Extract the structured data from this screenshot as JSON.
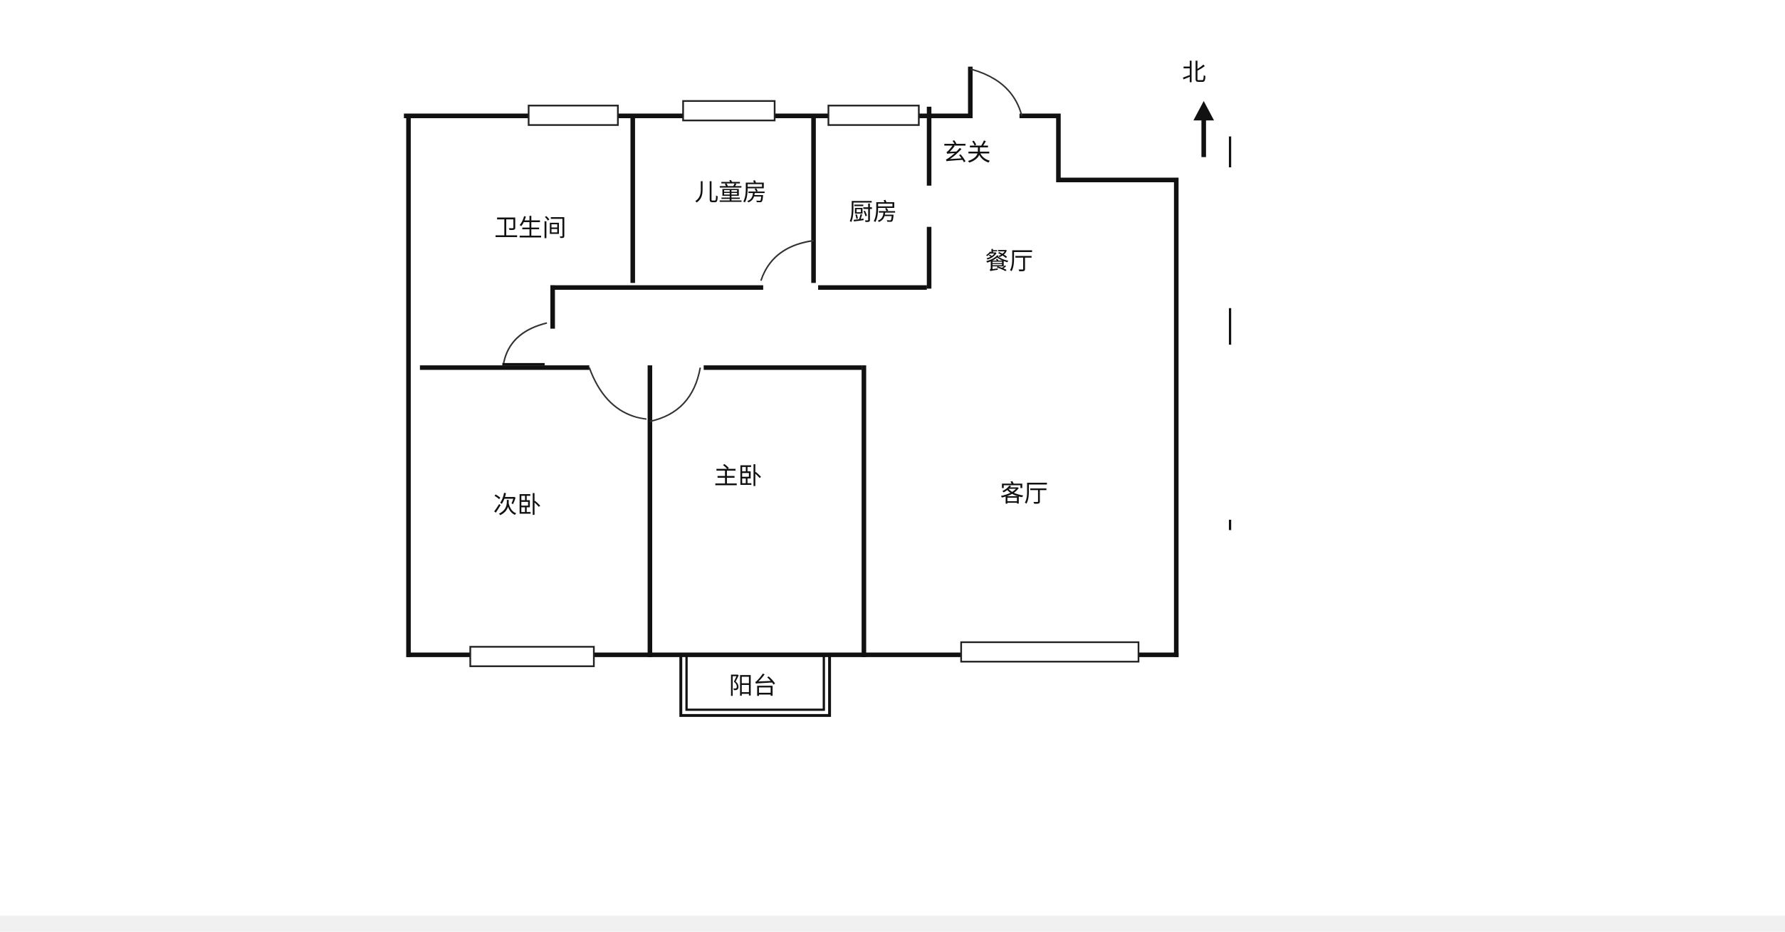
{
  "rooms": {
    "bathroom": "卫生间",
    "kids_room": "儿童房",
    "kitchen": "厨房",
    "entrance": "玄关",
    "dining": "餐厅",
    "second_bedroom": "次卧",
    "master_bedroom": "主卧",
    "living_room": "客厅",
    "balcony": "阳台"
  },
  "compass": {
    "north_label": "北"
  },
  "colors": {
    "wall": "#111111",
    "background": "#ffffff",
    "bottom_band": "#f0f0f0"
  }
}
